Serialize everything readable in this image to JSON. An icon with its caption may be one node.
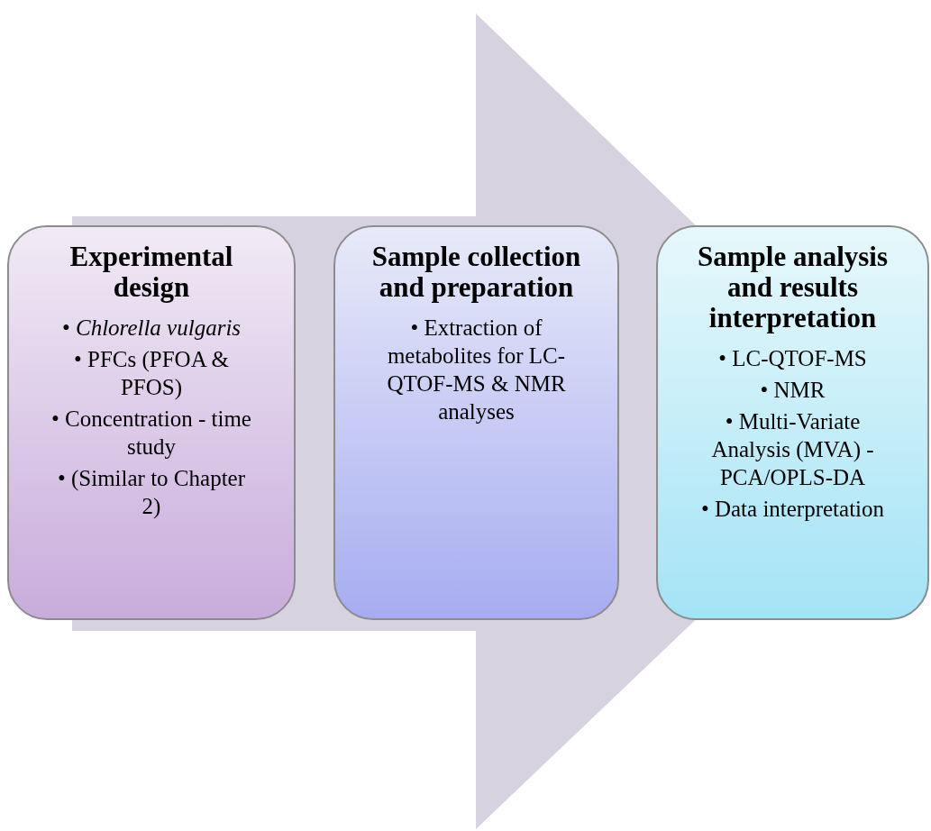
{
  "diagram": {
    "nodes": [
      {
        "text": [
          "Experimental design",
          "• *Chlorella vulgaris*",
          "• PFCs (PFOA & PFOS)",
          "• Concentration - time study",
          "• (Similar to Chapter 2)"
        ]
      },
      {
        "text": [
          "Sample collection and preparation",
          "• Extraction of metabolites for LC-QTOF-MS & NMR analyses"
        ]
      },
      {
        "text": [
          "Sample analysis and results interpretation",
          "• LC-QTOF-MS",
          "• NMR",
          "• Multi-Variate Analysis (MVA) - PCA/OPLS-DA",
          "• Data interpretation"
        ]
      }
    ],
    "edges": [
      {
        "from": 0,
        "to": 2,
        "arrow": "to"
      }
    ]
  }
}
